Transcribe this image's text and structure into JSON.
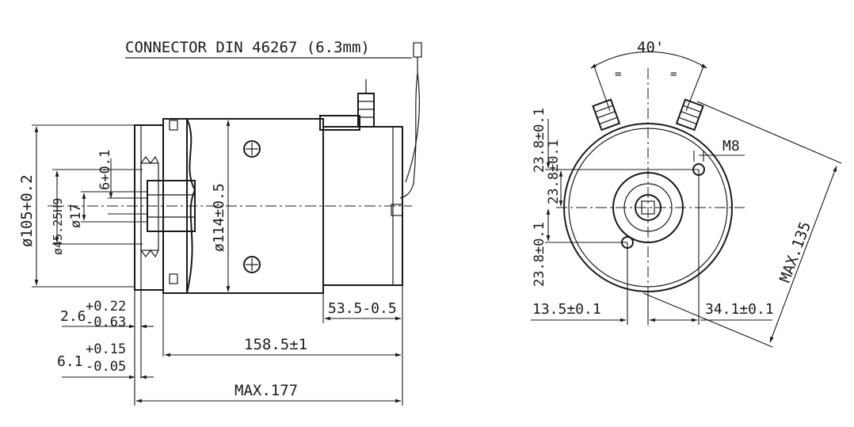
{
  "connector_label": "CONNECTOR DIN 46267 (6.3mm)",
  "side_view": {
    "dia_105": "ø105+0.2",
    "dia_45": "ø45.25H9",
    "dia_17": "ø17",
    "key_6": "6+0.1",
    "dia_114": "ø114±0.5",
    "dim_2_6_base": "2.6",
    "dim_2_6_upper": "+0.22",
    "dim_2_6_lower": "-0.63",
    "dim_6_1_base": "6.1",
    "dim_6_1_upper": "+0.15",
    "dim_6_1_lower": "-0.05",
    "dim_53_5": "53.5-0.5",
    "dim_158_5": "158.5±1",
    "dim_max177": "MAX.177"
  },
  "end_view": {
    "angle": "40'",
    "m8": "M8",
    "dim_23_8_a": "23.8±0.1",
    "dim_23_8_b": "23.8±0.1",
    "dim_23_8_c": "23.8±0.1",
    "dim_13_5": "13.5±0.1",
    "dim_34_1": "34.1±0.1",
    "max135": "MAX.135",
    "equal_mark": "="
  }
}
